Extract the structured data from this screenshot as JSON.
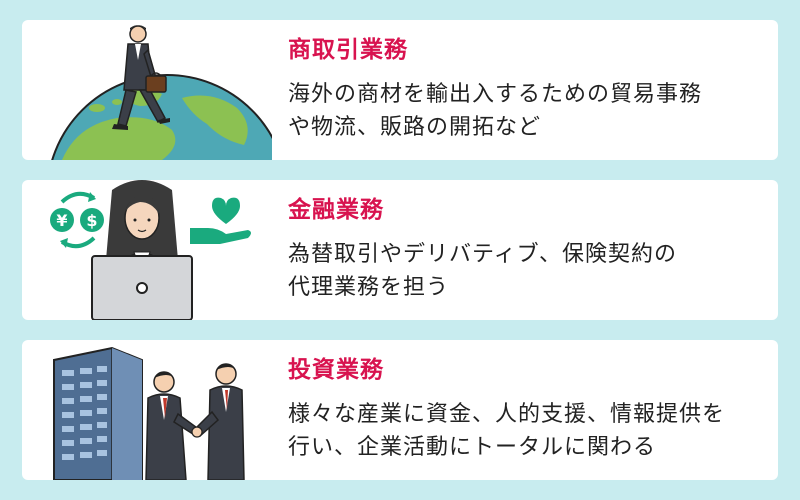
{
  "colors": {
    "background": "#c8ecef",
    "card": "#ffffff",
    "title": "#d8134f",
    "text": "#222222",
    "accent_green": "#1aaa7e"
  },
  "cards": [
    {
      "title": "商取引業務",
      "lines": [
        "海外の商材を輸出入するための貿易事務",
        "や物流、販路の開拓など"
      ],
      "illustration": "businessman-walking-on-globe-icon"
    },
    {
      "title": "金融業務",
      "lines": [
        "為替取引やデリバティブ、保険契約の",
        "代理業務を担う"
      ],
      "illustration": "woman-at-laptop-with-currency-icons",
      "currency_symbols": [
        "¥",
        "$"
      ]
    },
    {
      "title": "投資業務",
      "lines": [
        "様々な産業に資金、人的支援、情報提供を",
        "行い、企業活動にトータルに関わる"
      ],
      "illustration": "building-and-handshake-icon"
    }
  ]
}
